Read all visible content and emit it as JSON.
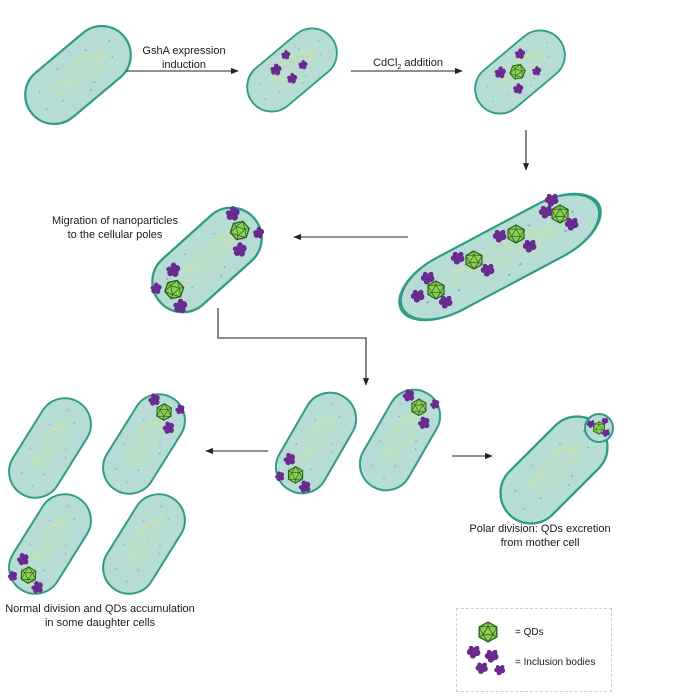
{
  "labels": {
    "gsha_line1": "GshA expression",
    "gsha_line2": "induction",
    "cdcl_prefix": "CdCl",
    "cdcl_sub": "2",
    "cdcl_suffix": " addition",
    "migration_line1": "Migration of nanoparticles",
    "migration_line2": "to the cellular poles",
    "polar_line1": "Polar division: QDs excretion",
    "polar_line2": "from mother cell",
    "normal_line1": "Normal division and QDs accumulation",
    "normal_line2": "in some daughter cells"
  },
  "legend": {
    "qds": "= QDs",
    "inclusion": "= Inclusion bodies"
  },
  "colors": {
    "cell_fill": "#b7dcd6",
    "cell_stroke": "#2f9c86",
    "dna": "#e3e86a",
    "qd_fill": "#8ccf56",
    "qd_stroke": "#2b5d1e",
    "inclusion": "#6a2b8e",
    "arrow": "#222222"
  }
}
